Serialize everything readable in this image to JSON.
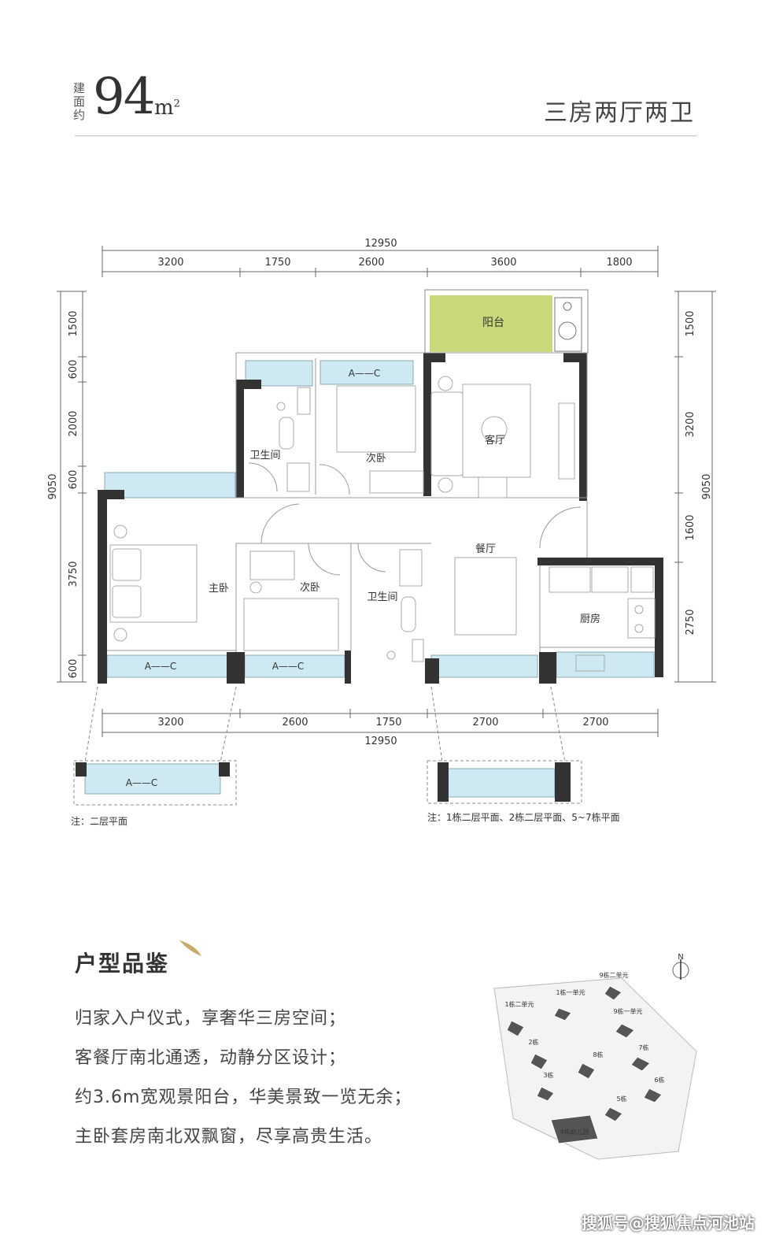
{
  "header": {
    "area_prefix": [
      "建",
      "面",
      "约"
    ],
    "area_value": "94",
    "area_unit": "m",
    "area_unit_sup": "2",
    "layout_type": "三房两厅两卫"
  },
  "plan": {
    "top_total": "12950",
    "top_segments": [
      "3200",
      "1750",
      "2600",
      "3600",
      "1800"
    ],
    "bottom_segments": [
      "3200",
      "2600",
      "1750",
      "2700",
      "2700"
    ],
    "bottom_total": "12950",
    "left_total": "9050",
    "left_segments": [
      "1500",
      "600",
      "2000",
      "600",
      "3750",
      "600"
    ],
    "right_total": "9050",
    "right_segments": [
      "1500",
      "3200",
      "1600",
      "2750"
    ],
    "rooms": {
      "balcony": "阳台",
      "living": "客厅",
      "dining": "餐厅",
      "kitchen": "厨房",
      "master": "主卧",
      "bath1": "卫生间",
      "bath2": "卫生间",
      "bed2": "次卧",
      "bed3": "次卧"
    },
    "window_label": "A——C",
    "note_left": "注：二层平面",
    "note_right": "注：1栋二层平面、2栋二层平面、5~7栋平面"
  },
  "features": {
    "title": "户型品鉴",
    "items": [
      "归家入户仪式，享奢华三房空间；",
      "客餐厅南北通透，动静分区设计；",
      "约3.6m宽观景阳台，华美景致一览无余；",
      "主卧套房南北双飘窗，尽享高贵生活。"
    ]
  },
  "site_map": {
    "north": "N",
    "buildings": [
      "9栋二单元",
      "1栋一单元",
      "1栋二单元",
      "9栋一单元",
      "2栋",
      "8栋",
      "7栋",
      "3栋",
      "6栋",
      "5栋",
      "4栋幼儿园"
    ]
  },
  "watermark": "搜狐号@搜狐焦点河池站",
  "colors": {
    "balcony": "#c8d97a",
    "window": "#cfe9f2",
    "wall": "#333333",
    "accent": "#c8a96a"
  }
}
